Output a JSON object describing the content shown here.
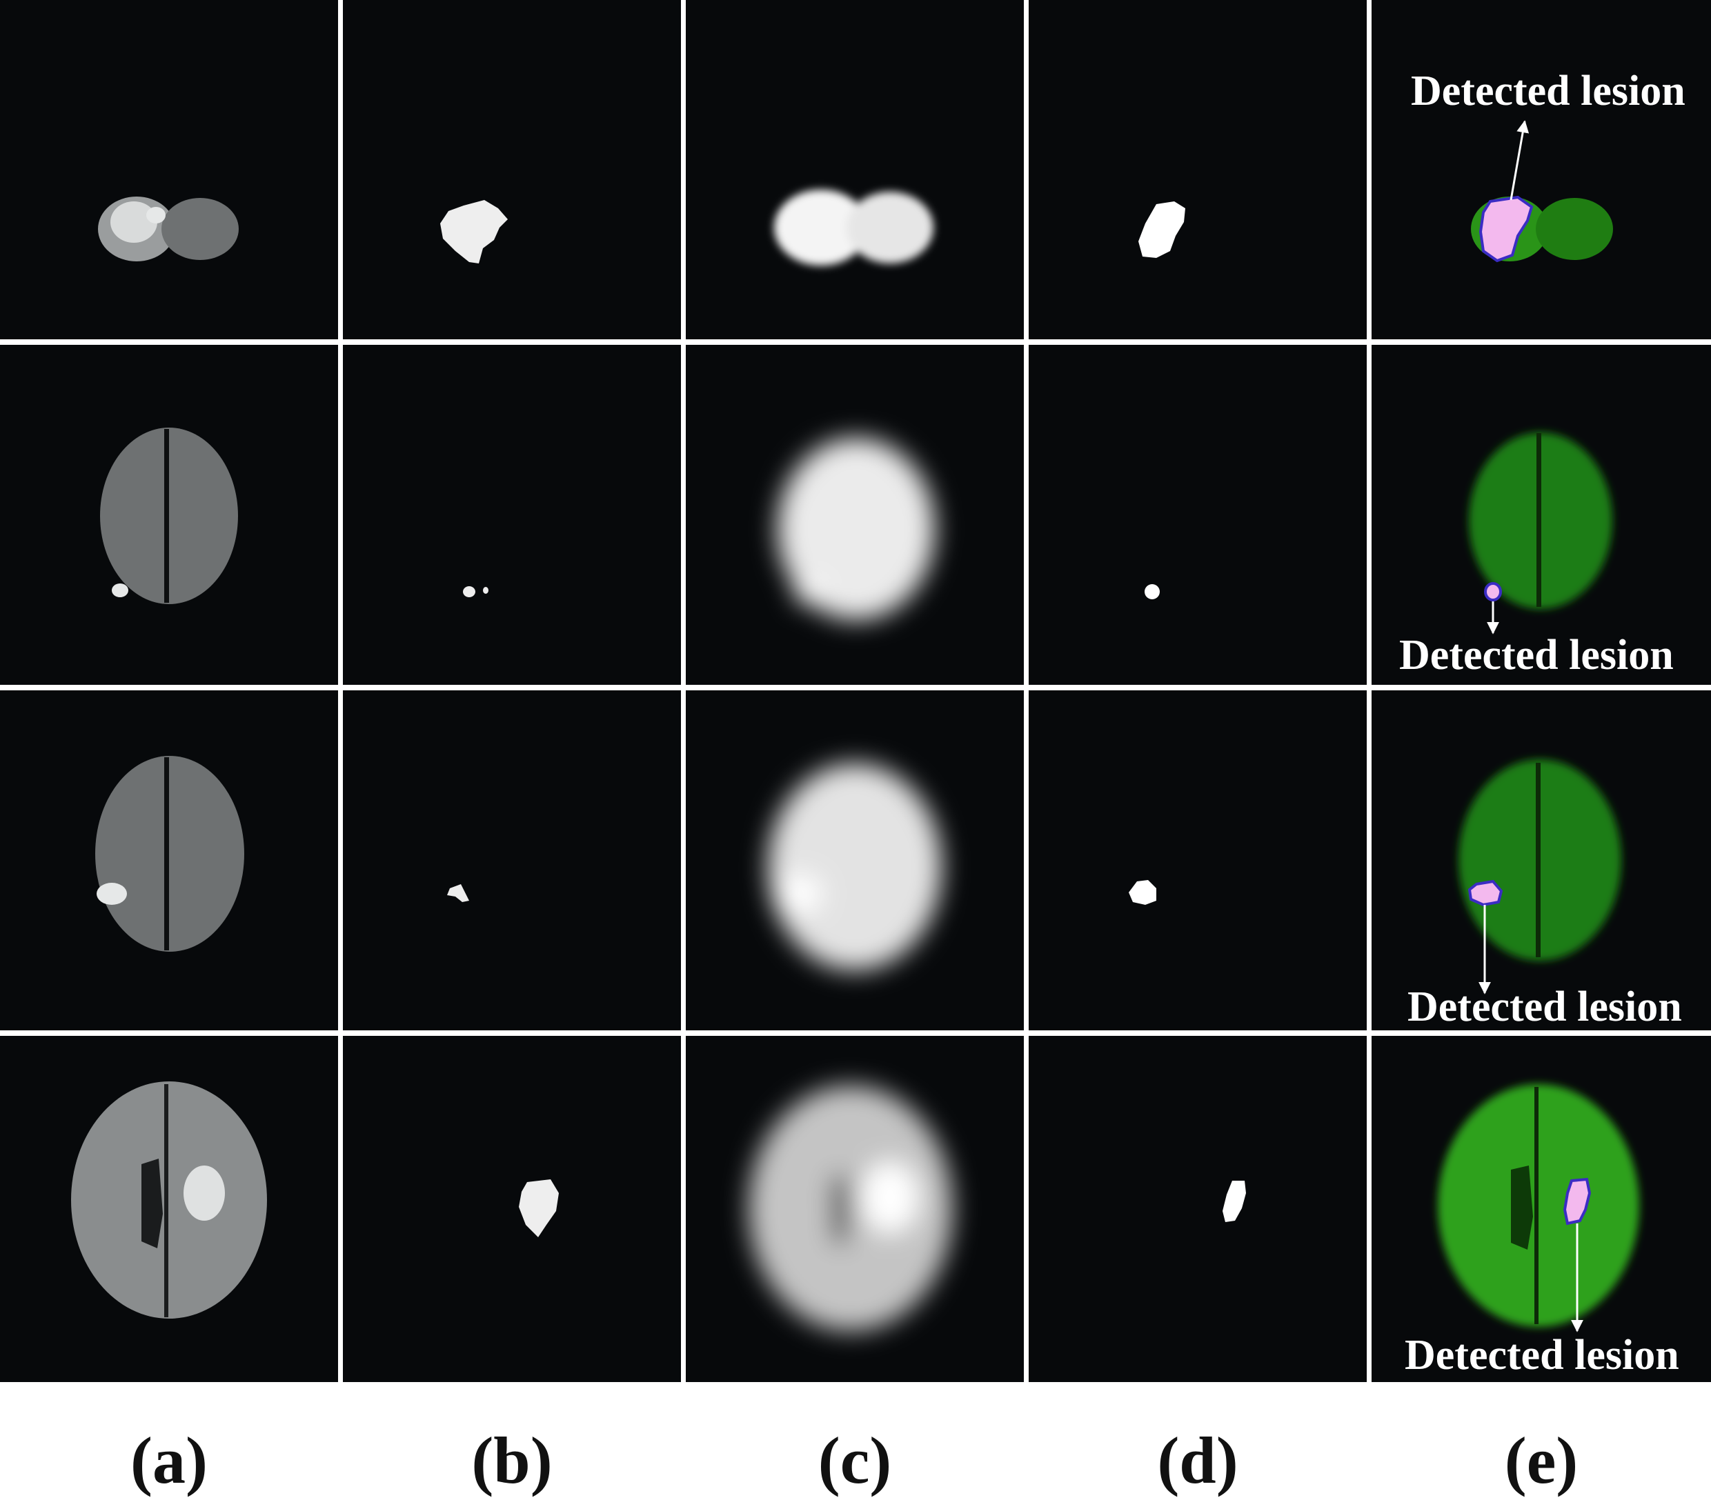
{
  "figure": {
    "panels": [
      {
        "id": "a",
        "caption": "(a)"
      },
      {
        "id": "b",
        "caption": "(b)"
      },
      {
        "id": "c",
        "caption": "(c)"
      },
      {
        "id": "d",
        "caption": "(d)"
      },
      {
        "id": "e",
        "caption": "(e)"
      }
    ],
    "annotations": [
      {
        "row": 1,
        "label": "Detected lesion"
      },
      {
        "row": 2,
        "label": "Detected lesion"
      },
      {
        "row": 3,
        "label": "Detected lesion"
      },
      {
        "row": 4,
        "label": "Detected lesion"
      }
    ]
  },
  "colors": {
    "background": "#07090b",
    "separator": "#ffffff",
    "tissue_gray": "#6e7172",
    "tissue_green": "#1f8a12",
    "lesion_overlay": "#f3b9ee",
    "lesion_outline": "#3b2cc4"
  }
}
